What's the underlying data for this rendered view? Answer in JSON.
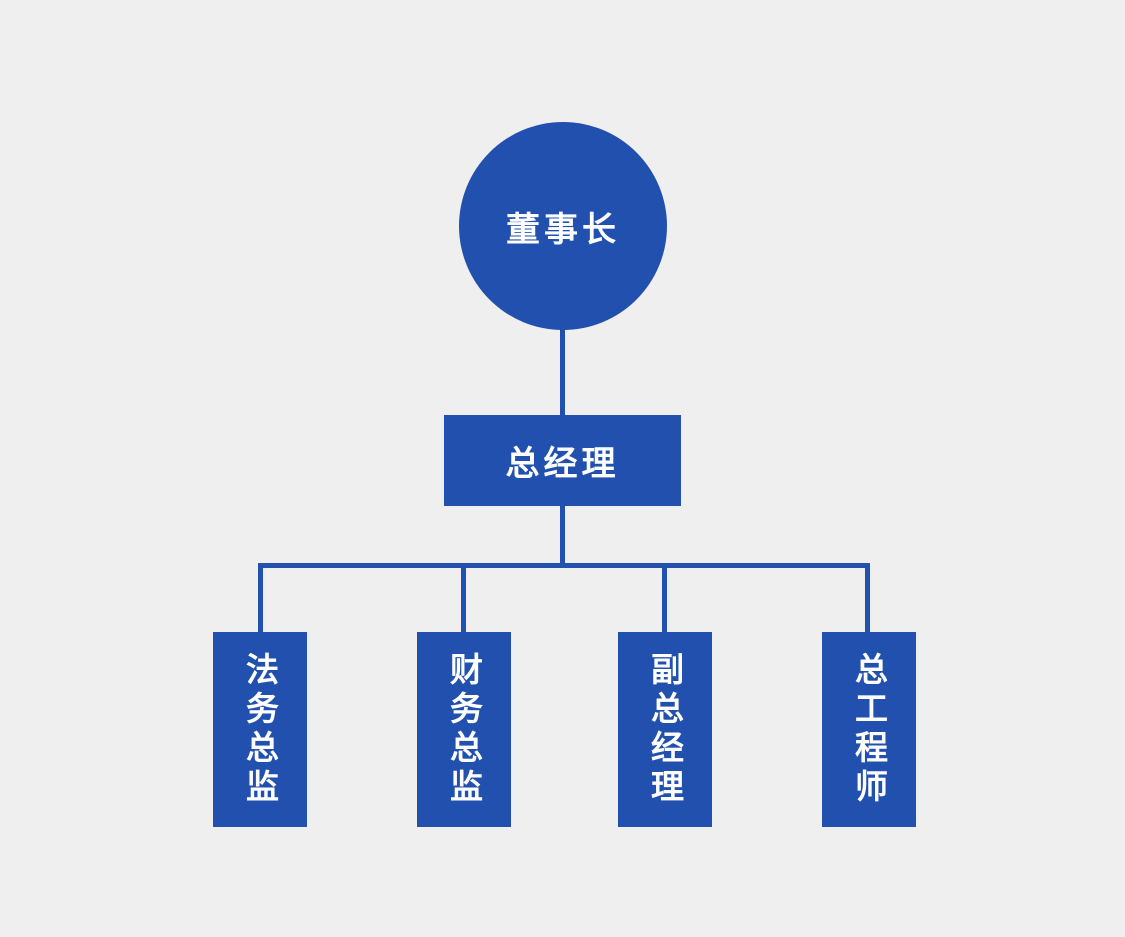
{
  "colors": {
    "background": "#EFEFEF",
    "node_fill": "#2150AE",
    "connector_line": "#2150AE",
    "node_text": "#FFFFFF"
  },
  "org_chart": {
    "type": "org-tree",
    "root": {
      "label": "董事长"
    },
    "manager": {
      "label": "总经理"
    },
    "departments": [
      {
        "label": "法务总监"
      },
      {
        "label": "财务总监"
      },
      {
        "label": "副总经理"
      },
      {
        "label": "总工程师"
      }
    ]
  }
}
